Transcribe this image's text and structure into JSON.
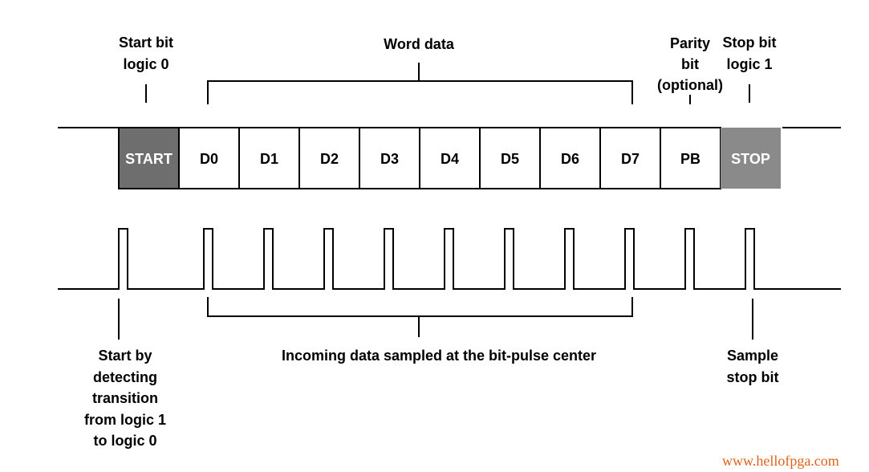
{
  "labels": {
    "start_bit": [
      "Start bit",
      "logic 0"
    ],
    "word_data": "Word data",
    "parity_bit": [
      "Parity",
      "bit",
      "(optional)"
    ],
    "stop_bit": [
      "Stop bit",
      "logic 1"
    ],
    "start_detect": [
      "Start by",
      "detecting",
      "transition",
      "from logic 1",
      "to logic 0"
    ],
    "incoming": "Incoming data sampled at the bit-pulse center",
    "sample_stop": [
      "Sample",
      "stop bit"
    ]
  },
  "frame": {
    "cells": [
      {
        "label": "START",
        "type": "start"
      },
      {
        "label": "D0",
        "type": "data"
      },
      {
        "label": "D1",
        "type": "data"
      },
      {
        "label": "D2",
        "type": "data"
      },
      {
        "label": "D3",
        "type": "data"
      },
      {
        "label": "D4",
        "type": "data"
      },
      {
        "label": "D5",
        "type": "data"
      },
      {
        "label": "D6",
        "type": "data"
      },
      {
        "label": "D7",
        "type": "data"
      },
      {
        "label": "PB",
        "type": "parity"
      },
      {
        "label": "STOP",
        "type": "stop"
      }
    ]
  },
  "sample_pulses": {
    "count": 11
  },
  "colors": {
    "line": "#000000",
    "start_fill": "#6e6e6e",
    "stop_fill": "#8a8a8a",
    "marker_text": "#ffffff",
    "cell_text": "#000000",
    "watermark": "#e0621a"
  },
  "watermark": "www.hellofpga.com"
}
